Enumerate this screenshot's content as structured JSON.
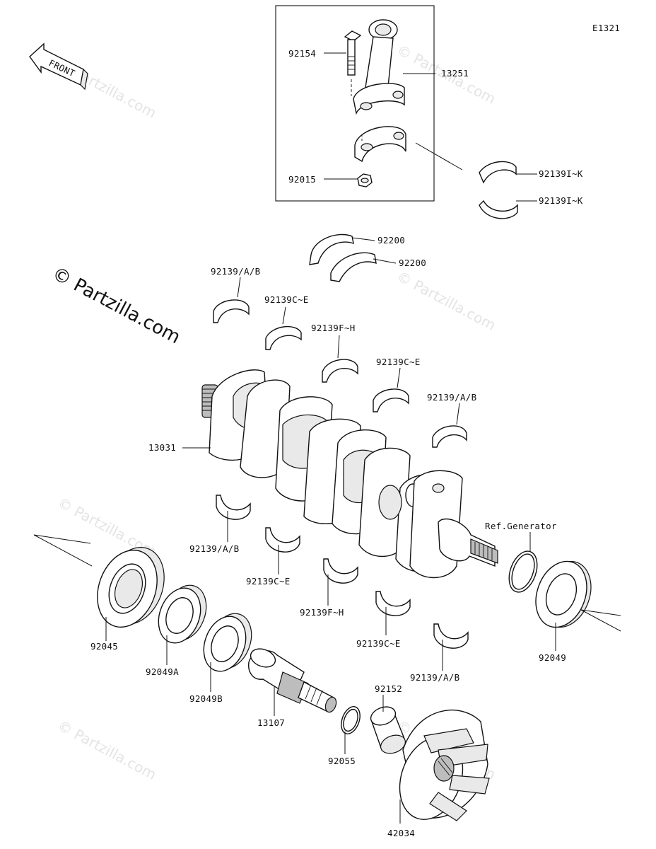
{
  "diagram": {
    "figure_code": "E1321",
    "front_label": "FRONT",
    "watermark_main": "© Partzilla.com",
    "watermark_faint": "© Partzilla.com"
  },
  "callouts": {
    "p92154": "92154",
    "p13251": "13251",
    "p92015": "92015",
    "p92139ik_a": "92139I~K",
    "p92139ik_b": "92139I~K",
    "p92200_a": "92200",
    "p92200_b": "92200",
    "p92139ab_1": "92139/A/B",
    "p92139ce_1": "92139C~E",
    "p92139fh_1": "92139F~H",
    "p92139ce_2": "92139C~E",
    "p92139ab_2": "92139/A/B",
    "p13031": "13031",
    "p92139ab_3": "92139/A/B",
    "p92139ce_3": "92139C~E",
    "p92139fh_2": "92139F~H",
    "p92139ce_4": "92139C~E",
    "p92139ab_4": "92139/A/B",
    "ref_generator": "Ref.Generator",
    "p92045": "92045",
    "p92049a": "92049A",
    "p92049b": "92049B",
    "p13107": "13107",
    "p92055": "92055",
    "p92152": "92152",
    "p42034": "42034",
    "p92049": "92049"
  }
}
